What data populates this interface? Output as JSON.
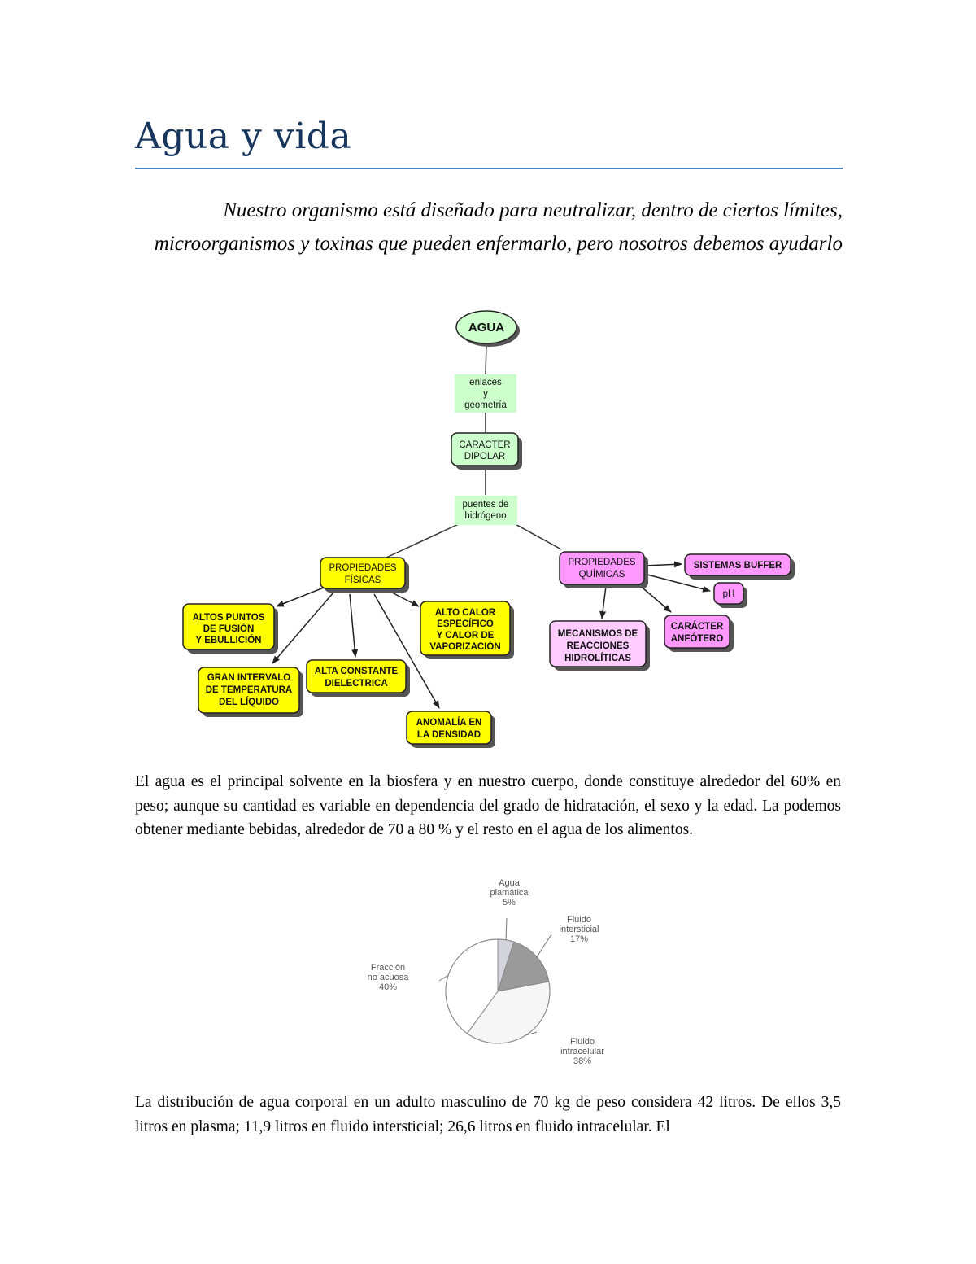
{
  "title": "Agua y vida",
  "quote": "Nuestro organismo está diseñado para neutralizar, dentro de ciertos límites, microorganismos y toxinas  que pueden enfermarlo, pero nosotros debemos ayudarlo",
  "concept_map": {
    "root": "AGUA",
    "link1": [
      "enlaces",
      "y",
      "geometría"
    ],
    "dipolar": [
      "CARACTER",
      "DIPOLAR"
    ],
    "link2": [
      "puentes de",
      "hidrógeno"
    ],
    "fisicas": [
      "PROPIEDADES",
      "FÍSICAS"
    ],
    "quimicas": [
      "PROPIEDADES",
      "QUÍMICAS"
    ],
    "altos_puntos": [
      "ALTOS PUNTOS",
      "DE FUSIÓN",
      "Y EBULLICIÓN"
    ],
    "gran_intervalo": [
      "GRAN INTERVALO",
      "DE TEMPERATURA",
      "DEL LÍQUIDO"
    ],
    "alta_constante": [
      "ALTA CONSTANTE",
      "DIELECTRICA"
    ],
    "anomalia": [
      "ANOMALÍA EN",
      "LA DENSIDAD"
    ],
    "alto_calor": [
      "ALTO CALOR",
      "ESPECÍFICO",
      "Y CALOR DE",
      "VAPORIZACIÓN"
    ],
    "buffer": [
      "SISTEMAS BUFFER"
    ],
    "ph": [
      "pH"
    ],
    "mecanismos": [
      "MECANISMOS DE",
      "REACCIONES",
      "HIDROLÍTICAS"
    ],
    "anfotero": [
      "CARÁCTER",
      "ANFÓTERO"
    ],
    "colors": {
      "green": "#ccffcc",
      "yellow": "#ffff00",
      "pink": "#ff99ff",
      "light_pink": "#ffccff"
    }
  },
  "para1": "El agua es  el principal  solvente en la biosfera y en nuestro cuerpo, donde constituye alrededor del 60% en peso;  aunque su cantidad es variable en dependencia del grado de hidratación, el sexo y la edad.  La podemos obtener mediante  bebidas, alrededor de 70 a 80 % y el resto en el agua de los alimentos.",
  "chart_data": {
    "type": "pie",
    "slices": [
      {
        "label": [
          "Agua",
          "plamática",
          "5%"
        ],
        "value": 5,
        "color": "#d4d4dc"
      },
      {
        "label": [
          "Fluido",
          "intersticial",
          "17%"
        ],
        "value": 17,
        "color": "#9a9a9a"
      },
      {
        "label": [
          "Fluido",
          "intracelular",
          "38%"
        ],
        "value": 38,
        "color": "#f6f6f6"
      },
      {
        "label": [
          "Fracción",
          "no acuosa",
          "40%"
        ],
        "value": 40,
        "color": "#ffffff"
      }
    ]
  },
  "para2": "La distribución de agua corporal en un adulto masculino de 70 kg de peso considera 42 litros. De ellos 3,5 litros en plasma; 11,9 litros en fluido intersticial; 26,6 litros en fluido intracelular. El"
}
